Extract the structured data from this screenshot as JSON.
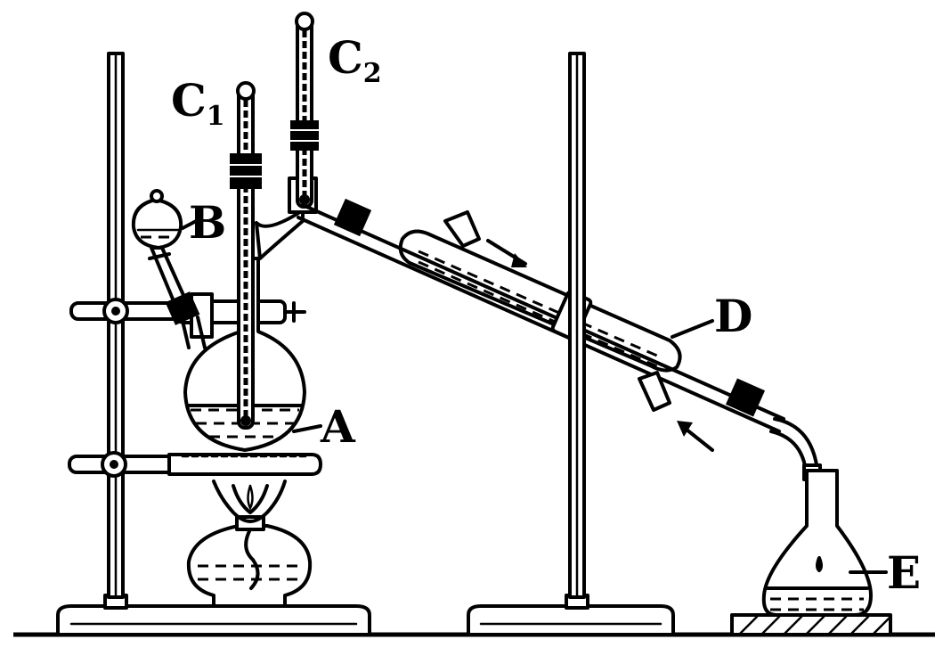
{
  "labels": {
    "a": "A",
    "b": "B",
    "c1_main": "C",
    "c1_sub": "1",
    "c2_main": "C",
    "c2_sub": "2",
    "d": "D",
    "e": "E"
  }
}
